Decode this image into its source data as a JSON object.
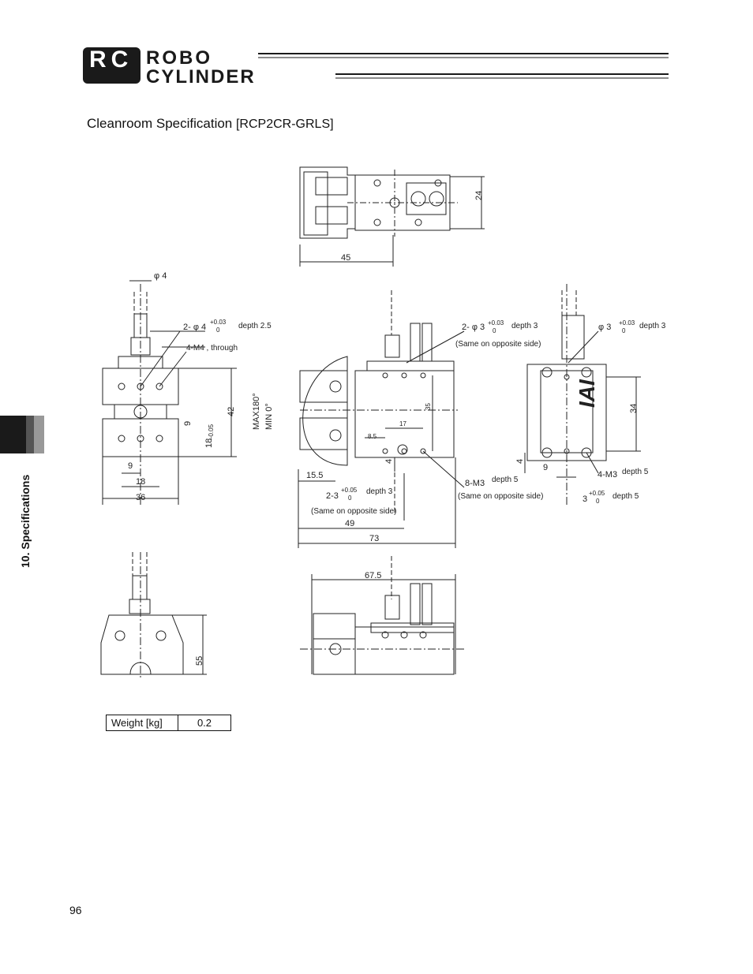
{
  "header": {
    "logo_letters": "RC",
    "logo_line1": "ROBO",
    "logo_line2": "CYLINDER"
  },
  "section": {
    "title": "Cleanroom Specification ",
    "model": "[RCP2CR-GRLS]"
  },
  "side_tab": {
    "label": "10. Specifications"
  },
  "drawing_labels": {
    "top_dim_24": "24",
    "top_dim_45": "45",
    "phi4": "φ 4",
    "hole_2phi4": "2- φ 4",
    "tol_003": "+0.03",
    "tol_0": "0",
    "depth_25": "depth 2.5",
    "m4_through": "4-M4 , through",
    "dim_42": "42",
    "dim_9v": "9",
    "dim_18v": "18",
    "tol_005n": "–0.05",
    "dim_9h": "9",
    "dim_18h": "18",
    "dim_36": "36",
    "max180": "MAX180°",
    "min0": "MIN  0°",
    "hole_2phi3": "2- φ 3",
    "depth_3": "depth 3",
    "same_opposite": "(Same on opposite side)",
    "dim_35": "35",
    "dim_17": "17",
    "dim_85": "8.5",
    "dim_4": "4",
    "dim_155": "15.5",
    "hole_23": "2-3",
    "tol_005p": "+0.05",
    "m3_8": "8-M3",
    "depth_5": "depth 5",
    "dim_49": "49",
    "dim_73": "73",
    "phi3": "φ 3",
    "dim_34": "34",
    "dim_4r": "4",
    "dim_9r": "9",
    "m3_4": "4-M3",
    "hole_3": "3",
    "dim_675": "67.5",
    "dim_55": "55",
    "brand_mark": "IAI"
  },
  "weight_table": {
    "label": "Weight [kg]",
    "value": "0.2"
  },
  "footer": {
    "page_number": "96"
  }
}
